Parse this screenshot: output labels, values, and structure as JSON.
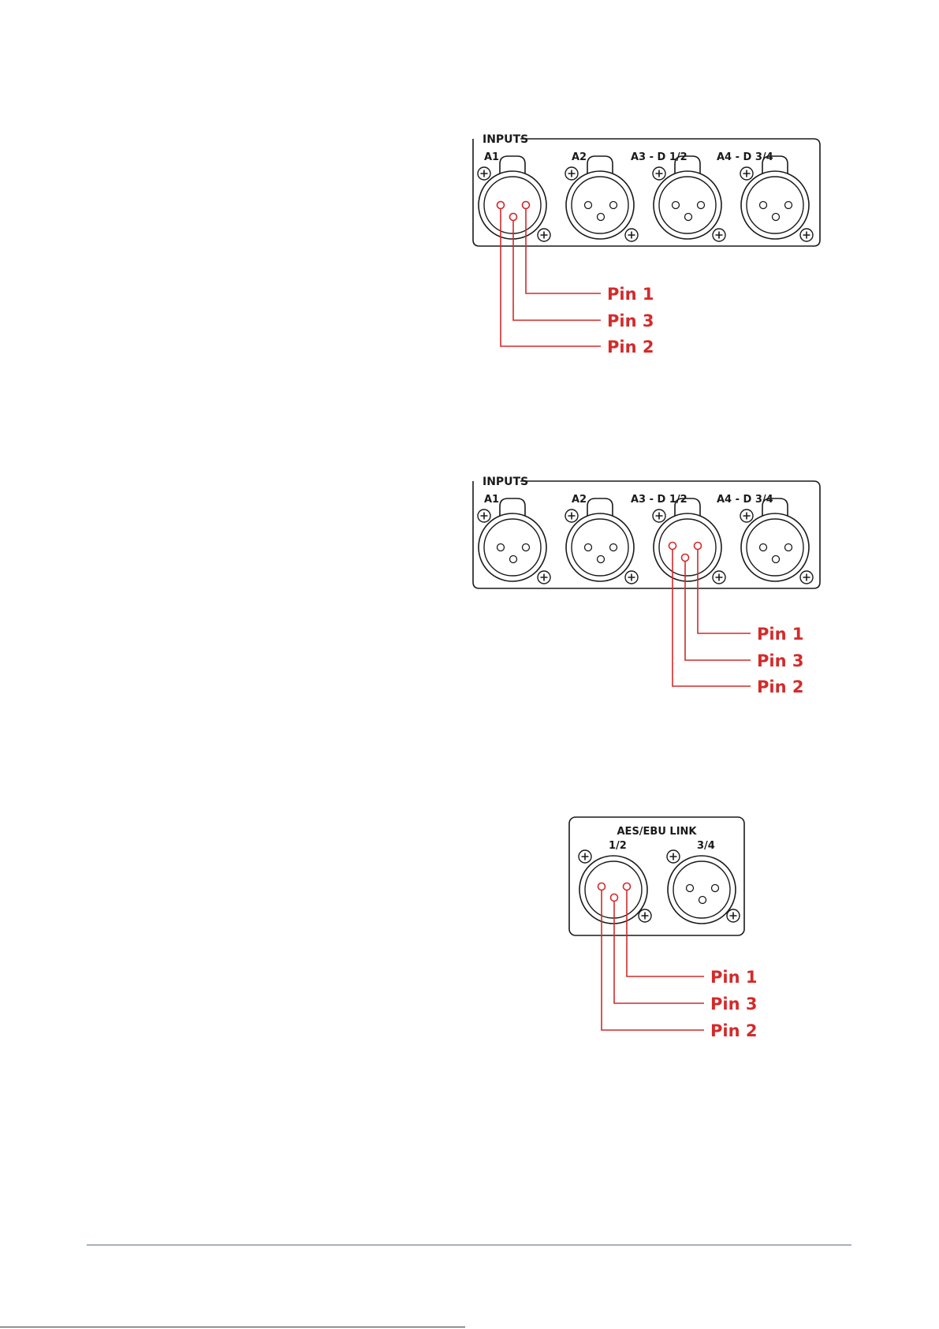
{
  "panels": [
    {
      "title": "INPUTS",
      "connectors": [
        "A1",
        "A2",
        "A3 - D 1/2",
        "A4 - D 3/4"
      ],
      "highlighted_connector": "A1",
      "pins": [
        "Pin 1",
        "Pin 3",
        "Pin 2"
      ]
    },
    {
      "title": "INPUTS",
      "connectors": [
        "A1",
        "A2",
        "A3 - D 1/2",
        "A4 - D 3/4"
      ],
      "highlighted_connector": "A3 - D 1/2",
      "pins": [
        "Pin 1",
        "Pin 3",
        "Pin 2"
      ]
    },
    {
      "title": "AES/EBU LINK",
      "connectors": [
        "1/2",
        "3/4"
      ],
      "highlighted_connector": "1/2",
      "pins": [
        "Pin 1",
        "Pin 3",
        "Pin 2"
      ]
    }
  ],
  "colors": {
    "pin_callout": "#d42a2a",
    "panel_stroke": "#1a1a1a",
    "footer_rule": "#5b6a8f"
  },
  "icons": {
    "connector": "xlr-connector-icon",
    "screw": "screw-icon"
  }
}
